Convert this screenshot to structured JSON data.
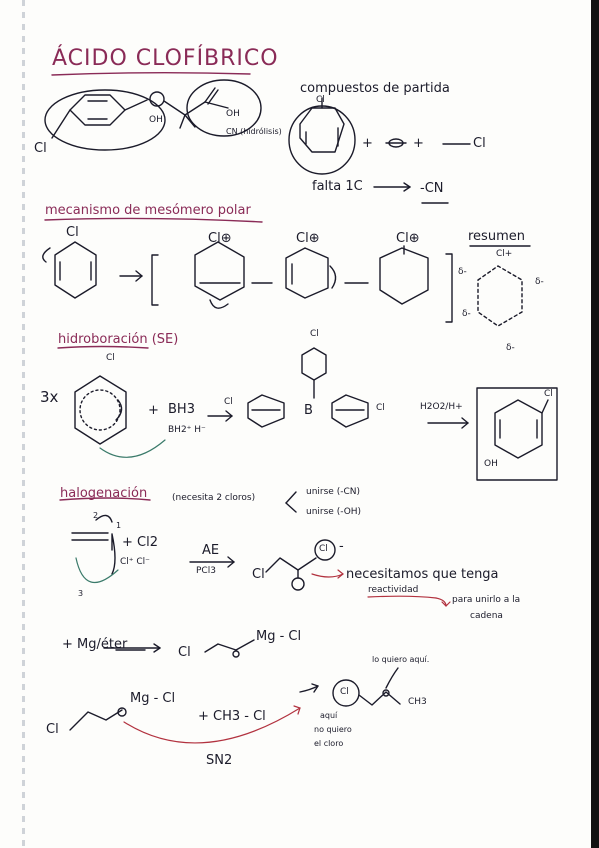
{
  "title": "ÁCIDO CLOFÍBRICO",
  "structure": {
    "cl": "Cl",
    "oh1": "OH",
    "oh2": "OH",
    "cn_note": "CN (hidrólisis)"
  },
  "starting": {
    "heading": "compuestos de partida",
    "cl_on_ring": "Cl",
    "plus1": "+",
    "plus2": "+",
    "cl_right": "Cl",
    "falta": "falta 1C",
    "falta_target": "-CN"
  },
  "mesomeric": {
    "heading": "mecanismo de mesómero polar",
    "cl_start": "Cl",
    "cl_plus1": "Cl⊕",
    "cl_plus2": "Cl⊕",
    "cl_plus3": "Cl⊕",
    "resumen": "resumen",
    "cl_resumen": "Cl+",
    "delta1": "δ-",
    "delta2": "δ-",
    "delta3": "δ-",
    "delta4": "δ-"
  },
  "hydroboration": {
    "heading": "hidroboración (SE)",
    "multiplier": "3x",
    "cl_ring": "Cl",
    "plus": "+",
    "reagent": "BH3",
    "intermediate": "BH2⁺ H⁻",
    "cl_left": "Cl",
    "boron": "B",
    "cl_right": "Cl",
    "cl_top": "Cl",
    "oxidant": "H2O2/H+",
    "product_cl": "Cl",
    "product_oh": "OH"
  },
  "halogenation": {
    "heading": "halogenación",
    "note": "(necesita 2 cloros)",
    "branch1": "unirse (-CN)",
    "branch2": "unirse (-OH)",
    "step1": "1",
    "step2": "2",
    "step3": "3",
    "reagent": "+ Cl2",
    "species": "Cl⁺ Cl⁻",
    "mech_above": "AE",
    "mech_below": "PCl3",
    "cl_product": "Cl",
    "cl_circled": "Cl",
    "minus": "-",
    "need": "necesitamos que tenga",
    "reactividad": "reactividad",
    "para_unirlo": "para unirlo a la",
    "cadena": "cadena"
  },
  "grignard": {
    "reagent": "+ Mg/éter",
    "cl": "Cl",
    "mg": "Mg - Cl"
  },
  "sn2": {
    "cl_left": "Cl",
    "mg": "Mg - Cl",
    "plus_reagent": "+ CH3 - Cl",
    "mechanism": "SN2",
    "circled_cl": "Cl",
    "lo_quiero": "lo quiero aquí.",
    "ch3": "CH3",
    "aqui": "aquí",
    "no_quiero": "no quiero",
    "el_cloro": "el cloro"
  }
}
